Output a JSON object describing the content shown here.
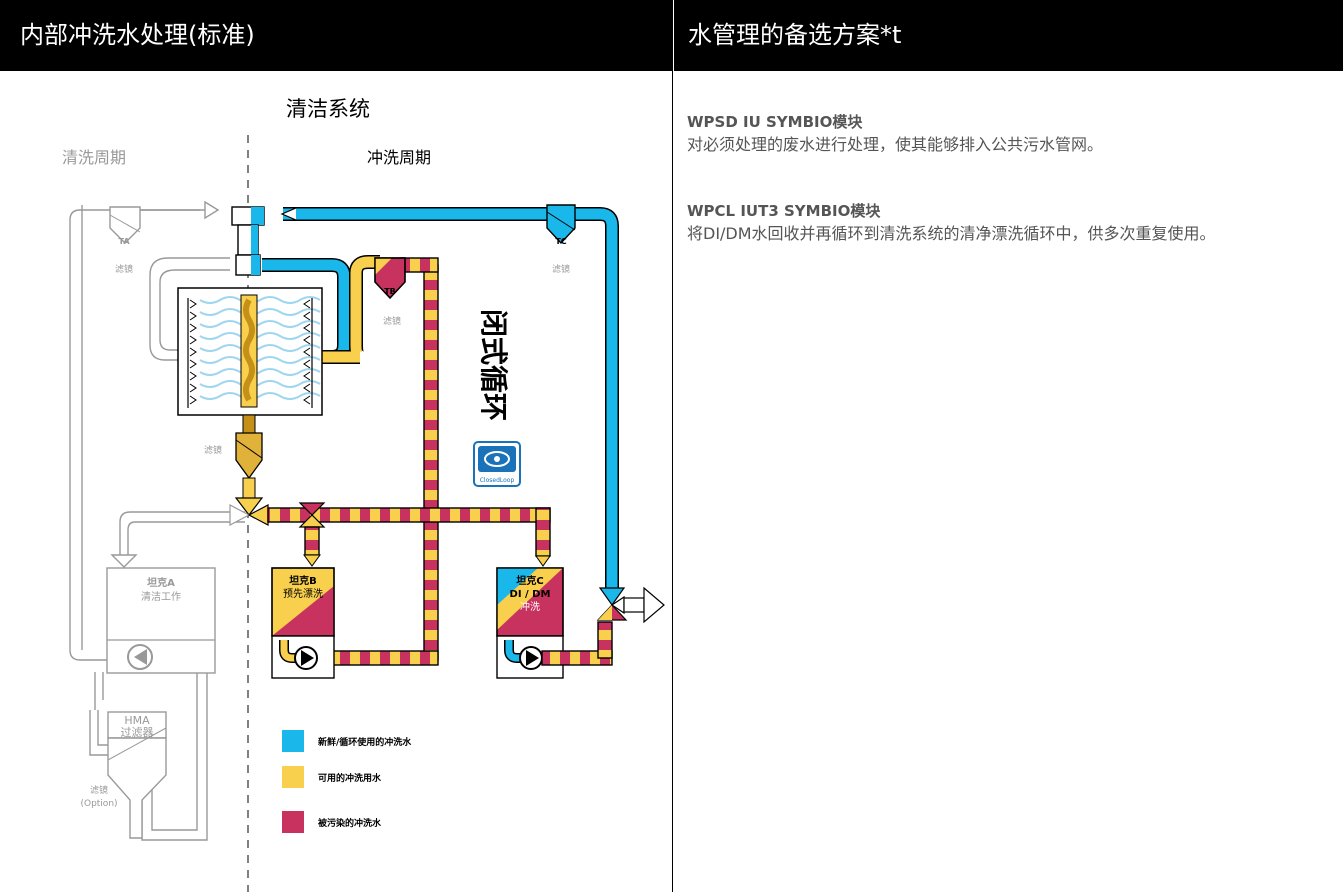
{
  "header": {
    "left_title": "内部冲洗水处理(标准)",
    "right_title": "水管理的备选方案*t"
  },
  "diagram": {
    "system_title": "清洁系统",
    "cleaning_cycle": "清洗周期",
    "rinse_cycle": "冲洗周期",
    "closed_loop_label": "闭式循环",
    "closed_loop_icon_text": "ClosedLoop",
    "filters": {
      "ta": "TA",
      "tb": "TB",
      "tc": "TC",
      "filter_label": "滤镜",
      "option_filter_label": "滤镜",
      "option_text": "(Option)"
    },
    "tank_a": {
      "line1": "坦克A",
      "line2": "清洁工作"
    },
    "tank_b": {
      "line1": "坦克B",
      "line2": "预先漂洗"
    },
    "tank_c": {
      "line1": "坦克C",
      "line2": "DI / DM",
      "line3": "冲洗"
    },
    "hma": {
      "line1": "HMA",
      "line2": "过滤器"
    },
    "legend": [
      {
        "label": "新鲜/循环使用的冲洗水",
        "color": "#1ab7ea"
      },
      {
        "label": "可用的冲洗用水",
        "color": "#f8d04e"
      },
      {
        "label": "被污染的冲洗水",
        "color": "#c8325f"
      }
    ]
  },
  "right": {
    "item1_title": "WPSD IU SYMBIO模块",
    "item1_text": "对必须处理的废水进行处理，使其能够排入公共污水管网。",
    "item2_title": "WPCL IUT3 SYMBIO模块",
    "item2_text": "将DI/DM水回收并再循环到清洗系统的清净漂洗循环中，供多次重复使用。"
  },
  "colors": {
    "blue": "#1ab7ea",
    "yellow": "#f8d04e",
    "magenta": "#c8325f",
    "grey": "#999999",
    "header_bg": "#000000"
  }
}
